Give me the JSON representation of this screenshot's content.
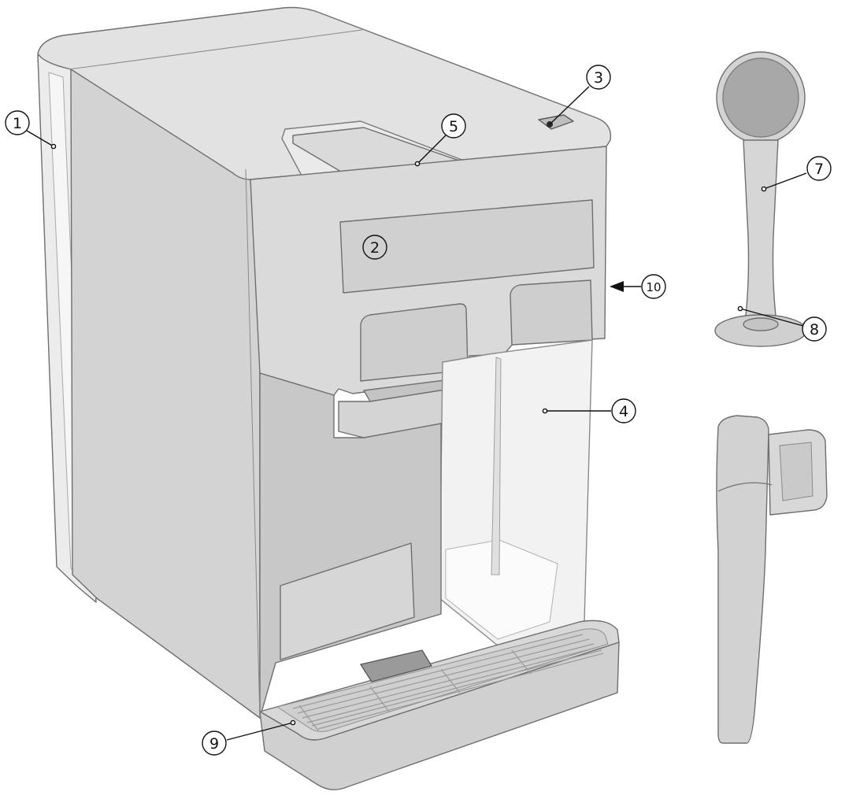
{
  "callouts": [
    {
      "id": "1",
      "label": "1"
    },
    {
      "id": "2",
      "label": "2"
    },
    {
      "id": "3",
      "label": "3"
    },
    {
      "id": "4",
      "label": "4"
    },
    {
      "id": "5",
      "label": "5"
    },
    {
      "id": "7",
      "label": "7"
    },
    {
      "id": "8",
      "label": "8"
    },
    {
      "id": "9",
      "label": "9"
    },
    {
      "id": "10",
      "label": "10"
    }
  ],
  "colors": {
    "body": "#d8d8d8",
    "body_dark": "#c9c9c9",
    "body_light": "#e6e6e6",
    "outline": "#6f6f6f",
    "tank": "#f1f1f1",
    "ink": "#111111"
  }
}
